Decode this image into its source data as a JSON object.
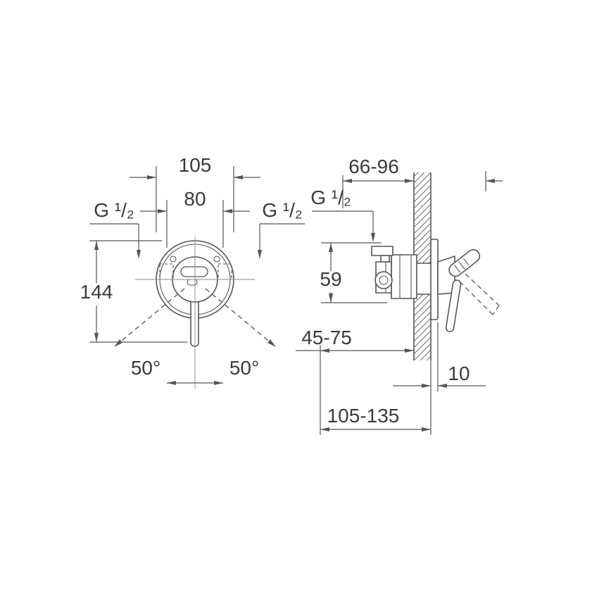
{
  "colors": {
    "line": "#555555",
    "text": "#3a3a3a",
    "background": "#ffffff"
  },
  "front_view": {
    "width_overall": "105",
    "width_ports": "80",
    "thread_left": "G ¹/₂",
    "thread_right": "G ¹/₂",
    "height_overall": "144",
    "swing_angle_left": "50°",
    "swing_angle_right": "50°"
  },
  "side_view": {
    "mounting_depth": "66-96",
    "thread_inlet": "G ¹/₂",
    "port_offset": "59",
    "depth_to_axis": "45-75",
    "plate_gap": "10",
    "overall_depth": "105-135"
  }
}
